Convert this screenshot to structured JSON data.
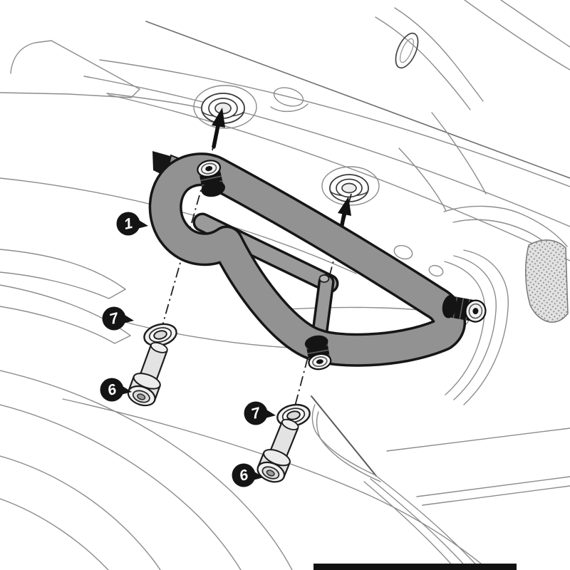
{
  "figure": {
    "type": "installation-exploded-diagram",
    "subject": "motorcycle side-case carrier mounting",
    "callouts": [
      {
        "label": "1",
        "points_to": "side-carrier-frame"
      },
      {
        "label": "7",
        "points_to": "washer-upper"
      },
      {
        "label": "6",
        "points_to": "bolt-upper"
      },
      {
        "label": "7",
        "points_to": "washer-lower"
      },
      {
        "label": "6",
        "points_to": "bolt-lower"
      }
    ],
    "mount_points": 2,
    "insertion_arrows": 2
  },
  "colors": {
    "background": "#ffffff",
    "thin_line": "#8c8c8c",
    "dark_line": "#5a5a5a",
    "bracket_fill": "#929292",
    "bracket_outline": "#161616",
    "stud_black": "#141414",
    "metal_light": "#e3e3e3",
    "washer_fill": "#f0f0f0",
    "callout_bg": "#141414",
    "callout_text": "#ffffff",
    "mesh_dot": "#909090",
    "bottom_bar": "#121212"
  }
}
